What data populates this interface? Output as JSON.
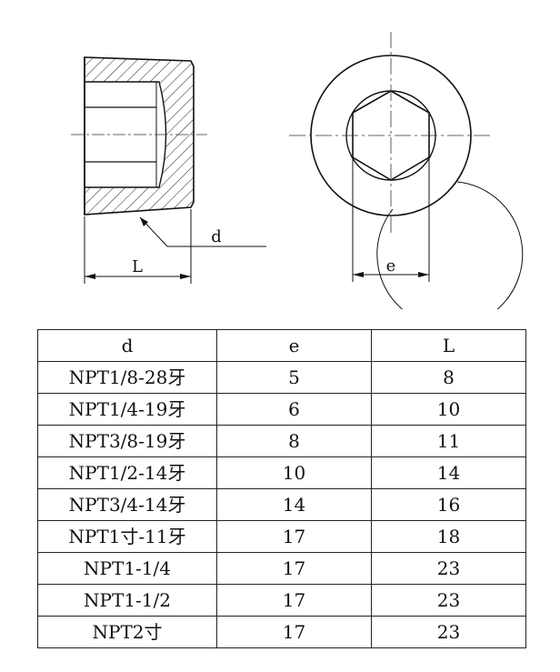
{
  "drawing": {
    "side_view": {
      "length_label": "L",
      "thread_label": "d"
    },
    "front_view": {
      "hex_label": "e"
    }
  },
  "table": {
    "headers": [
      "d",
      "e",
      "L"
    ],
    "rows": [
      [
        "NPT1/8-28牙",
        "5",
        "8"
      ],
      [
        "NPT1/4-19牙",
        "6",
        "10"
      ],
      [
        "NPT3/8-19牙",
        "8",
        "11"
      ],
      [
        "NPT1/2-14牙",
        "10",
        "14"
      ],
      [
        "NPT3/4-14牙",
        "14",
        "16"
      ],
      [
        "NPT1寸-11牙",
        "17",
        "18"
      ],
      [
        "NPT1-1/4",
        "17",
        "23"
      ],
      [
        "NPT1-1/2",
        "17",
        "23"
      ],
      [
        "NPT2寸",
        "17",
        "23"
      ]
    ]
  }
}
